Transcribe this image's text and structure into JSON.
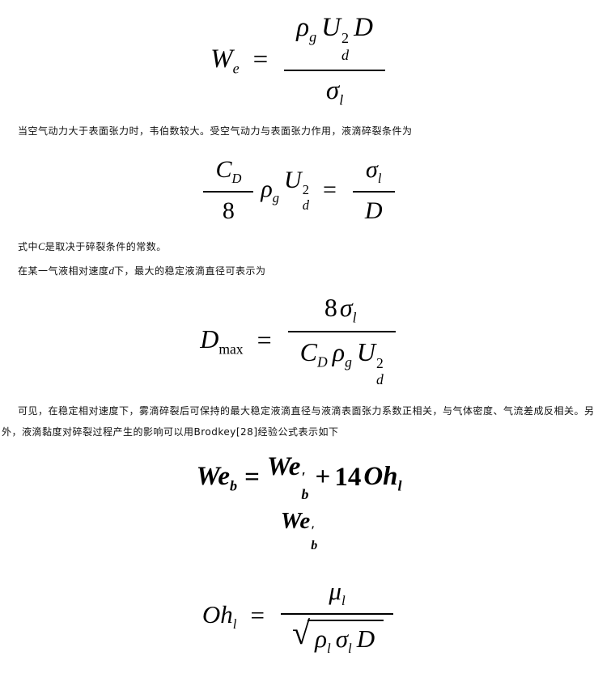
{
  "page": {
    "background": "#ffffff",
    "text_color": "#000000"
  },
  "paragraphs": {
    "p1": "当空气动力大于表面张力时，韦伯数较大。受空气动力与表面张力作用，液滴碎裂条件为",
    "p2_pre": "式中",
    "p2_var": "C",
    "p2_post": "是取决于碎裂条件的常数。",
    "p3_pre": "在某一气液相对速度",
    "p3_var": "d",
    "p3_post": "下，最大的稳定液滴直径可表示为",
    "p4": "可见，在稳定相对速度下，雾滴碎裂后可保持的最大稳定液滴直径与液滴表面张力系数正相关，与气体密度、气流差成反相关。另外，液滴黏度对碎裂过程产生的影响可以用Brodkey[28]经验公式表示如下"
  },
  "formulas": {
    "we": {
      "lhs": "W",
      "lhs_sub": "e",
      "eq": "=",
      "rho": "ρ",
      "rho_sub": "g",
      "U": "U",
      "U_sup": "2",
      "U_sub": "d",
      "D": "D",
      "sigma": "σ",
      "sigma_sub": "l"
    },
    "breakup": {
      "C": "C",
      "C_sub": "D",
      "eight": "8",
      "rho": "ρ",
      "rho_sub": "g",
      "U": "U",
      "U_sup": "2",
      "U_sub": "d",
      "eq": "=",
      "sigma": "σ",
      "sigma_sub": "l",
      "D": "D"
    },
    "dmax": {
      "D": "D",
      "D_sub": "max",
      "eq": "=",
      "eight": "8",
      "sigma": "σ",
      "sigma_sub": "l",
      "C": "C",
      "C_sub": "D",
      "rho": "ρ",
      "rho_sub": "g",
      "U": "U",
      "U_sup": "2",
      "U_sub": "d"
    },
    "brodkey": {
      "We1": "We",
      "We1_sub": "b",
      "eq": "=",
      "We2": "We",
      "We2_prime": "′",
      "We2_sub": "b",
      "plus": "+",
      "coef": "14",
      "Oh": "Oh",
      "Oh_sub": "l"
    },
    "we_prime": {
      "We": "We",
      "prime": "′",
      "sub": "b"
    },
    "ohnesorge": {
      "Oh": "Oh",
      "Oh_sub": "l",
      "eq": "=",
      "mu": "μ",
      "mu_sub": "l",
      "radical": "√",
      "rho": "ρ",
      "rho_sub": "l",
      "sigma": "σ",
      "sigma_sub": "l",
      "D": "D"
    }
  }
}
